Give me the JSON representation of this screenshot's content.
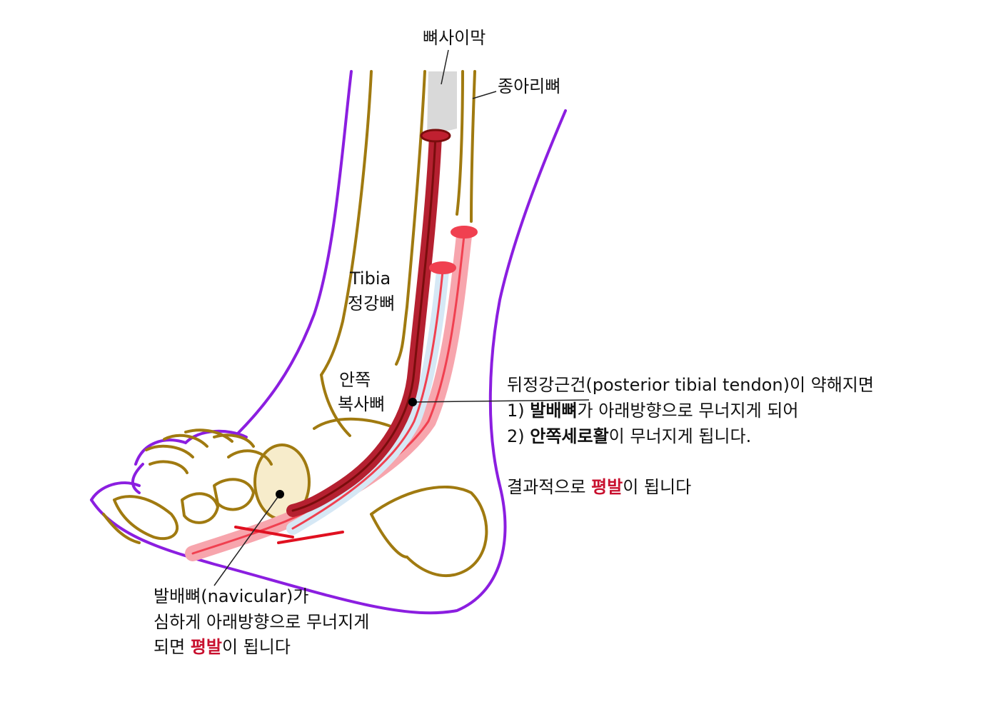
{
  "labels": {
    "interosseous": "뼈사이막",
    "fibula": "종아리뼈",
    "tibia_en": "Tibia",
    "tibia_ko": "정강뼈",
    "medial_malleolus_1": "안쪽",
    "medial_malleolus_2": "복사뼈"
  },
  "note_right": {
    "line1": "뒤정강근건(posterior tibial tendon)이 약해지면",
    "line2_pre": "1) ",
    "line2_bold": "발배뼈",
    "line2_post": "가 아래방향으로 무너지게 되어",
    "line3_pre": "2) ",
    "line3_bold": "안쪽세로활",
    "line3_post": "이 무너지게 됩니다.",
    "line4_pre": "결과적으로 ",
    "line4_red": "평발",
    "line4_post": "이 됩니다"
  },
  "note_bottom": {
    "line1": "발배뼈(navicular)가",
    "line2": "심하게 아래방향으로 무너지게",
    "line3_pre": "되면 ",
    "line3_red": "평발",
    "line3_post": "이 됩니다"
  },
  "colors": {
    "skin_outline": "#8b1ee0",
    "bone": "#a07a10",
    "tendon_dark": "#7a0d0d",
    "tendon_light": "#f04050",
    "bone_fill": "#f7eccb",
    "tendon_blue": "#d6e8f5"
  }
}
